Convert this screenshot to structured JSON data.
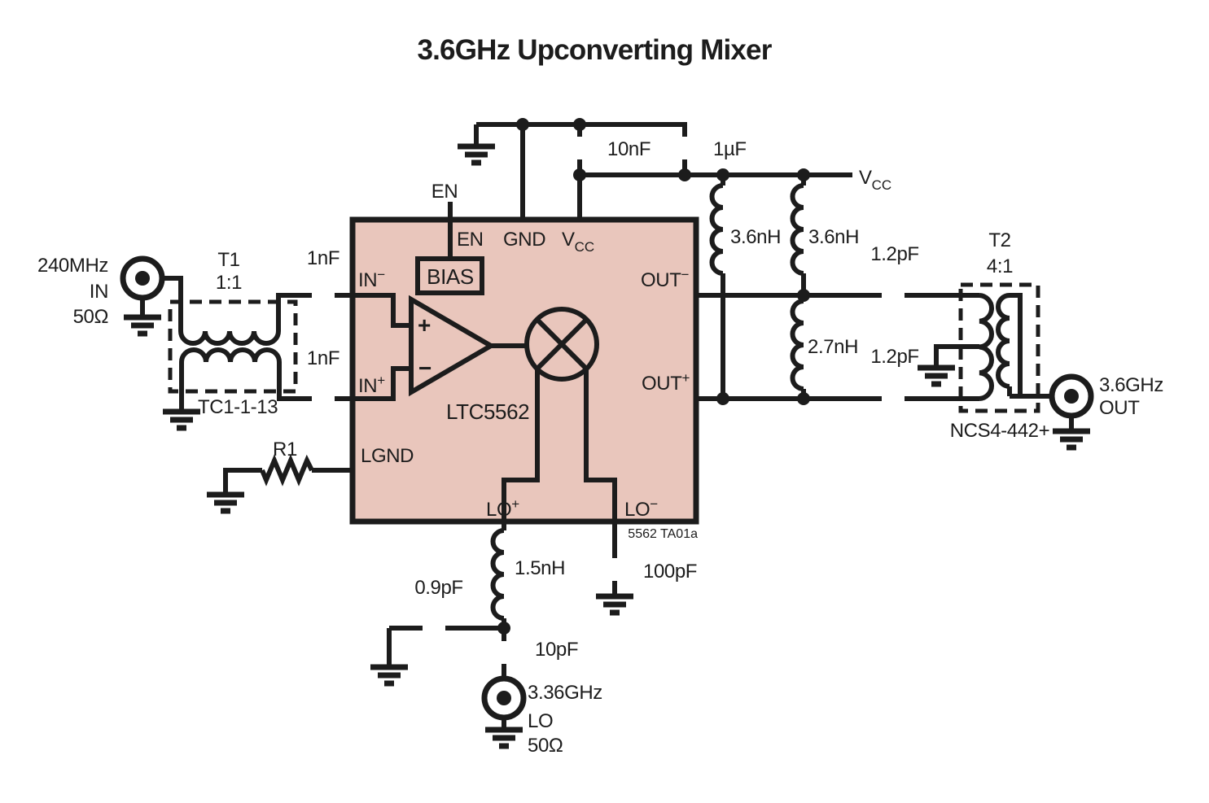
{
  "title": "3.6GHz Upconverting Mixer",
  "note": "5562 TA01a",
  "colors": {
    "chip_fill": "#e9c6bc",
    "line": "#1c1c1c",
    "background": "#ffffff"
  },
  "input": {
    "freq": "240MHz",
    "port": "IN",
    "impedance": "50Ω"
  },
  "t1": {
    "name": "T1",
    "ratio": "1:1",
    "part": "TC1-1-13"
  },
  "t2": {
    "name": "T2",
    "ratio": "4:1",
    "part": "NCS4-442+"
  },
  "output": {
    "freq": "3.6GHz",
    "port": "OUT"
  },
  "lo": {
    "freq": "3.36GHz",
    "port": "LO",
    "impedance": "50Ω"
  },
  "supply": {
    "v": "V",
    "sub": "CC"
  },
  "enable": {
    "label": "EN"
  },
  "chip": {
    "part": "LTC5562",
    "bias": "BIAS",
    "pin_en": "EN",
    "pin_gnd": "GND",
    "pin_vcc": {
      "v": "V",
      "sub": "CC"
    },
    "pin_in_neg": {
      "base": "IN",
      "sup": "−"
    },
    "pin_in_pos": {
      "base": "IN",
      "sup": "+"
    },
    "pin_lgnd": "LGND",
    "pin_out_neg": {
      "base": "OUT",
      "sup": "−"
    },
    "pin_out_pos": {
      "base": "OUT",
      "sup": "+"
    },
    "pin_lo_pos": {
      "base": "LO",
      "sup": "+"
    },
    "pin_lo_neg": {
      "base": "LO",
      "sup": "−"
    },
    "amp_plus": "+",
    "amp_minus": "−"
  },
  "components": {
    "c_in_top": "1nF",
    "c_in_bot": "1nF",
    "c_bypass1": "10nF",
    "c_bypass2": "1µF",
    "c_out_top": "1.2pF",
    "c_out_bot": "1.2pF",
    "c_lo_shunt": "0.9pF",
    "c_lo_series": "10pF",
    "c_lo_neg": "100pF",
    "l_choke1": "3.6nH",
    "l_choke2": "3.6nH",
    "l_out": "2.7nH",
    "l_lo": "1.5nH",
    "r1": "R1"
  }
}
